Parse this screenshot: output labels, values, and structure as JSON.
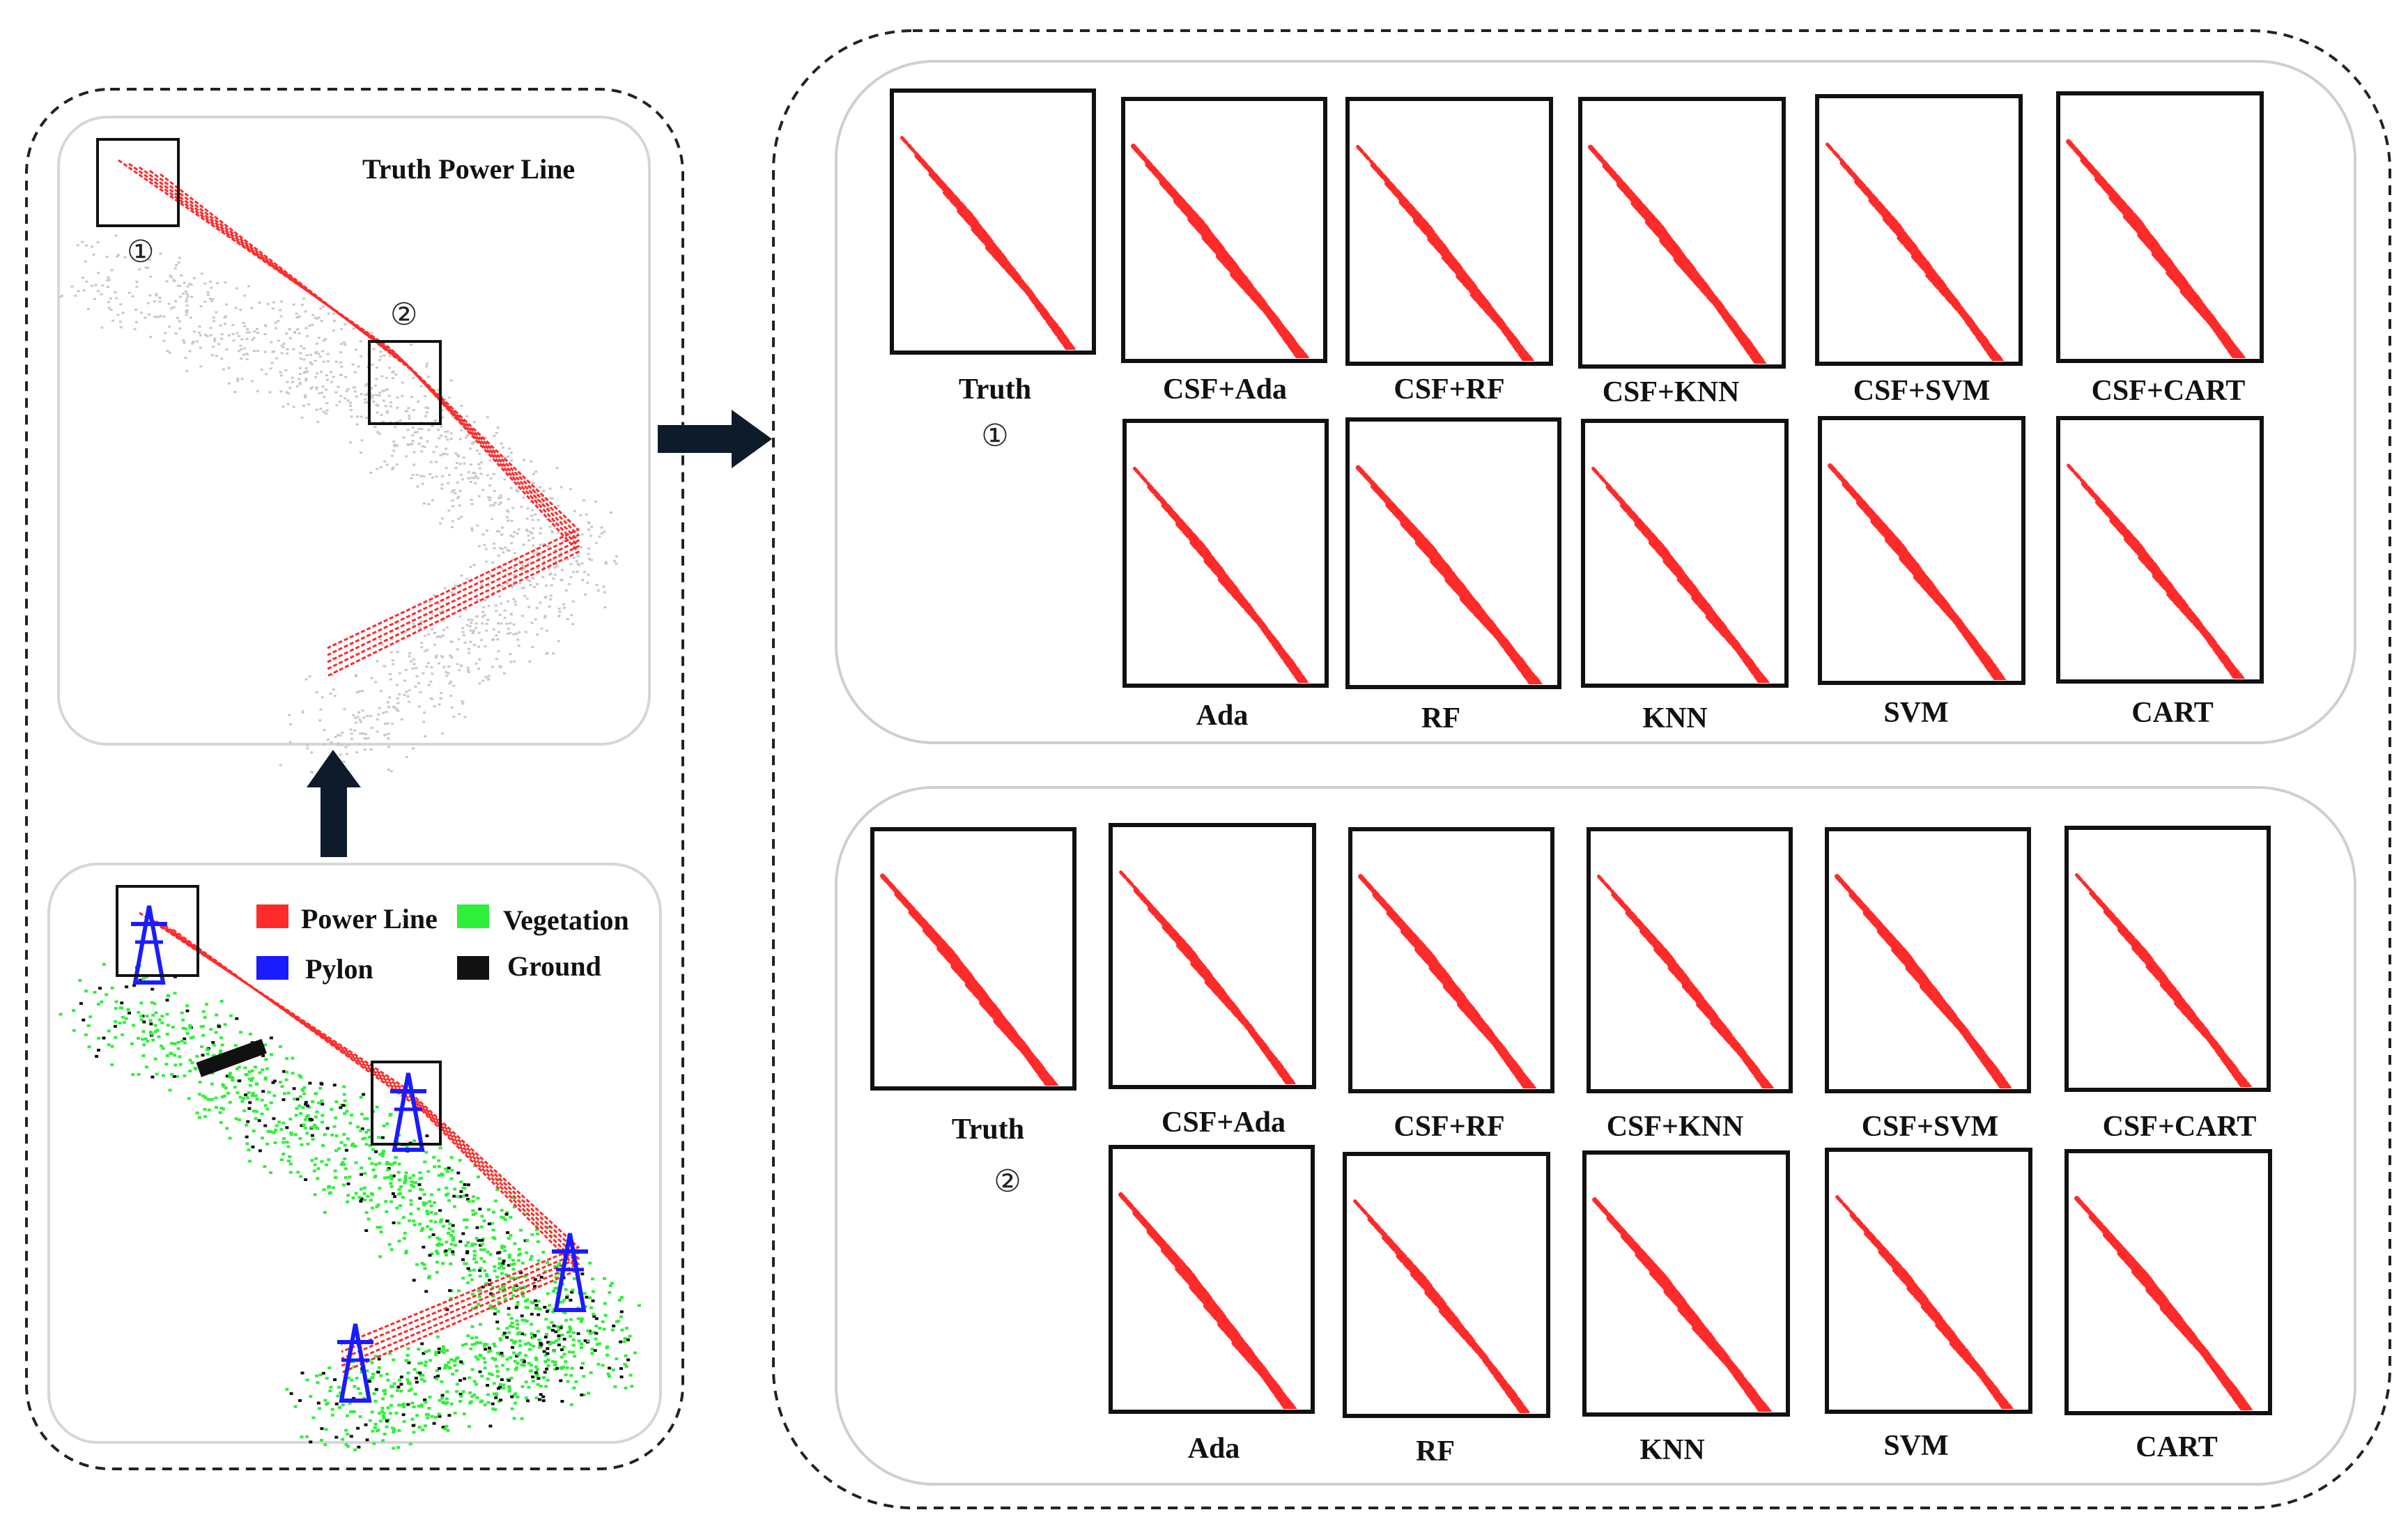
{
  "left_panel": {
    "top_title": "Truth Power Line",
    "marker_1": "①",
    "marker_2": "②",
    "legend": [
      {
        "label": "Power Line",
        "color": "#ff2a2a"
      },
      {
        "label": "Vegetation",
        "color": "#2ef03a"
      },
      {
        "label": "Pylon",
        "color": "#1b1bff"
      },
      {
        "label": "Ground",
        "color": "#111111"
      }
    ]
  },
  "region_1": {
    "marker": "①",
    "top_row": [
      "Truth",
      "CSF+Ada",
      "CSF+RF",
      "CSF+KNN",
      "CSF+SVM",
      "CSF+CART"
    ],
    "bottom_row": [
      "Ada",
      "RF",
      "KNN",
      "SVM",
      "CART"
    ]
  },
  "region_2": {
    "marker": "②",
    "top_row": [
      "Truth",
      "CSF+Ada",
      "CSF+RF",
      "CSF+KNN",
      "CSF+SVM",
      "CSF+CART"
    ],
    "bottom_row": [
      "Ada",
      "RF",
      "KNN",
      "SVM",
      "CART"
    ]
  },
  "colors": {
    "power_line": "#ff2a2a",
    "vegetation": "#2ef03a",
    "pylon": "#1b1bff",
    "ground": "#111111",
    "ground_gray": "#c8c8c8",
    "arrow": "#0d1b2a"
  }
}
